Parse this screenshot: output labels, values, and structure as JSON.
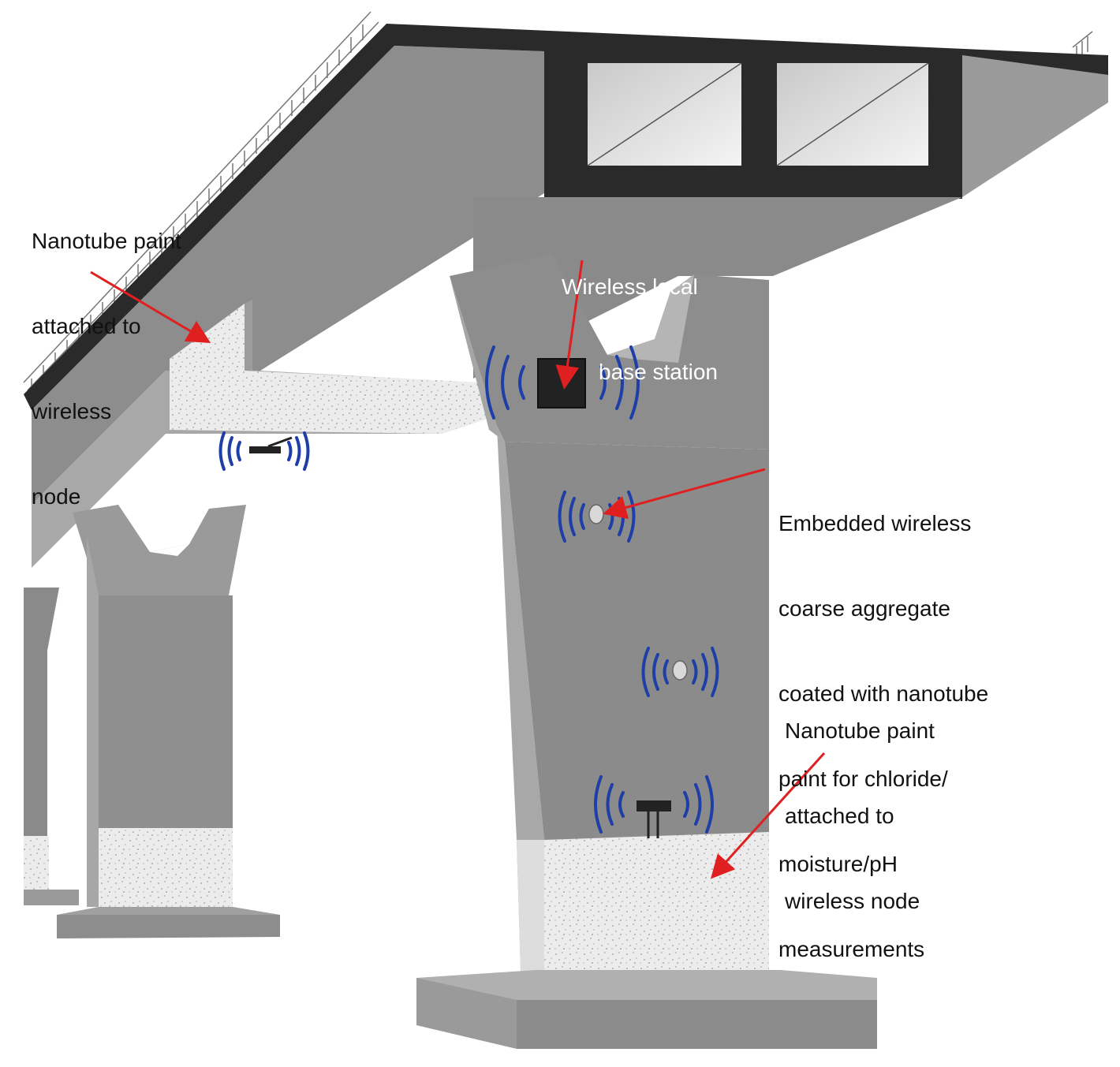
{
  "labels": {
    "deck_paint": {
      "line1": "Nanotube paint",
      "line2": "attached to",
      "line3": "wireless",
      "line4": "node"
    },
    "base_station": {
      "line1": "Wireless local",
      "line2": "base station"
    },
    "embedded_aggregate": {
      "line1": "Embedded wireless",
      "line2": "coarse aggregate",
      "line3": "coated with nanotube",
      "line4": "paint for chloride/",
      "line5": "moisture/pH",
      "line6": "measurements"
    },
    "pier_paint": {
      "line1": "Nanotube paint",
      "line2": "attached to",
      "line3": "wireless node"
    }
  },
  "colors": {
    "concrete": "#8d8d8d",
    "concrete_light": "#b4b4b4",
    "concrete_dark": "#6f6f6f",
    "deck_edge": "#2a2a2a",
    "painted_zone": "#e9e9e9",
    "signal": "#1f3fa8",
    "arrow": "#e02020"
  }
}
